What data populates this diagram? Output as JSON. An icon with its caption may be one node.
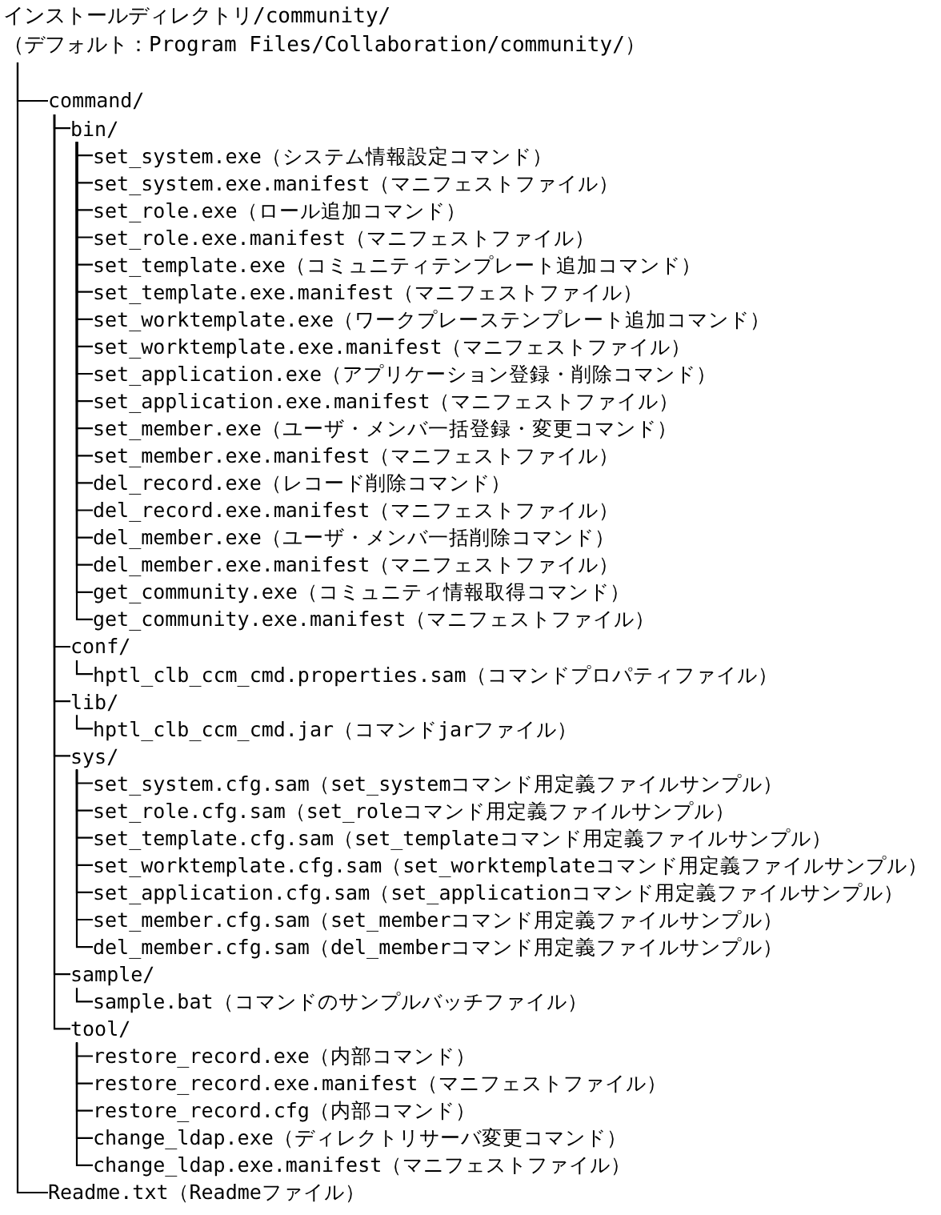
{
  "diagram": {
    "nodes": [
      {
        "text": [
          "インストールディレクトリ/community/",
          "（デフォルト：Program Files/Collaboration/community/）"
        ]
      },
      {
        "text": [
          "command/"
        ]
      },
      {
        "text": [
          "bin/"
        ]
      },
      {
        "text": [
          "set_system.exe（システム情報設定コマンド）"
        ]
      },
      {
        "text": [
          "set_system.exe.manifest（マニフェストファイル）"
        ]
      },
      {
        "text": [
          "set_role.exe（ロール追加コマンド）"
        ]
      },
      {
        "text": [
          "set_role.exe.manifest（マニフェストファイル）"
        ]
      },
      {
        "text": [
          "set_template.exe（コミュニティテンプレート追加コマンド）"
        ]
      },
      {
        "text": [
          "set_template.exe.manifest（マニフェストファイル）"
        ]
      },
      {
        "text": [
          "set_worktemplate.exe（ワークプレーステンプレート追加コマンド）"
        ]
      },
      {
        "text": [
          "set_worktemplate.exe.manifest（マニフェストファイル）"
        ]
      },
      {
        "text": [
          "set_application.exe（アプリケーション登録・削除コマンド）"
        ]
      },
      {
        "text": [
          "set_application.exe.manifest（マニフェストファイル）"
        ]
      },
      {
        "text": [
          "set_member.exe（ユーザ・メンバ一括登録・変更コマンド）"
        ]
      },
      {
        "text": [
          "set_member.exe.manifest（マニフェストファイル）"
        ]
      },
      {
        "text": [
          "del_record.exe（レコード削除コマンド）"
        ]
      },
      {
        "text": [
          "del_record.exe.manifest（マニフェストファイル）"
        ]
      },
      {
        "text": [
          "del_member.exe（ユーザ・メンバ一括削除コマンド）"
        ]
      },
      {
        "text": [
          "del_member.exe.manifest（マニフェストファイル）"
        ]
      },
      {
        "text": [
          "get_community.exe（コミュニティ情報取得コマンド）"
        ]
      },
      {
        "text": [
          "get_community.exe.manifest（マニフェストファイル）"
        ]
      },
      {
        "text": [
          "conf/"
        ]
      },
      {
        "text": [
          "hptl_clb_ccm_cmd.properties.sam（コマンドプロパティファイル）"
        ]
      },
      {
        "text": [
          "lib/"
        ]
      },
      {
        "text": [
          "hptl_clb_ccm_cmd.jar（コマンドjarファイル）"
        ]
      },
      {
        "text": [
          "sys/"
        ]
      },
      {
        "text": [
          "set_system.cfg.sam（set_systemコマンド用定義ファイルサンプル）"
        ]
      },
      {
        "text": [
          "set_role.cfg.sam（set_roleコマンド用定義ファイルサンプル）"
        ]
      },
      {
        "text": [
          "set_template.cfg.sam（set_templateコマンド用定義ファイルサンプル）"
        ]
      },
      {
        "text": [
          "set_worktemplate.cfg.sam（set_worktemplateコマンド用定義ファイルサンプル）"
        ]
      },
      {
        "text": [
          "set_application.cfg.sam（set_applicationコマンド用定義ファイルサンプル）"
        ]
      },
      {
        "text": [
          "set_member.cfg.sam（set_memberコマンド用定義ファイルサンプル）"
        ]
      },
      {
        "text": [
          "del_member.cfg.sam（del_memberコマンド用定義ファイルサンプル）"
        ]
      },
      {
        "text": [
          "sample/"
        ]
      },
      {
        "text": [
          "sample.bat（コマンドのサンプルバッチファイル）"
        ]
      },
      {
        "text": [
          "tool/"
        ]
      },
      {
        "text": [
          "restore_record.exe（内部コマンド）"
        ]
      },
      {
        "text": [
          "restore_record.exe.manifest（マニフェストファイル）"
        ]
      },
      {
        "text": [
          "restore_record.cfg（内部コマンド）"
        ]
      },
      {
        "text": [
          "change_ldap.exe（ディレクトリサーバ変更コマンド）"
        ]
      },
      {
        "text": [
          "change_ldap.exe.manifest（マニフェストファイル）"
        ]
      },
      {
        "text": [
          "Readme.txt（Readmeファイル）"
        ]
      }
    ],
    "edges": [
      {
        "from": 0,
        "to": 1,
        "arrow": "none"
      },
      {
        "from": 1,
        "to": 2,
        "arrow": "none"
      },
      {
        "from": 2,
        "to": 3,
        "arrow": "none"
      },
      {
        "from": 2,
        "to": 4,
        "arrow": "none"
      },
      {
        "from": 2,
        "to": 5,
        "arrow": "none"
      },
      {
        "from": 2,
        "to": 6,
        "arrow": "none"
      },
      {
        "from": 2,
        "to": 7,
        "arrow": "none"
      },
      {
        "from": 2,
        "to": 8,
        "arrow": "none"
      },
      {
        "from": 2,
        "to": 9,
        "arrow": "none"
      },
      {
        "from": 2,
        "to": 10,
        "arrow": "none"
      },
      {
        "from": 2,
        "to": 11,
        "arrow": "none"
      },
      {
        "from": 2,
        "to": 12,
        "arrow": "none"
      },
      {
        "from": 2,
        "to": 13,
        "arrow": "none"
      },
      {
        "from": 2,
        "to": 14,
        "arrow": "none"
      },
      {
        "from": 2,
        "to": 15,
        "arrow": "none"
      },
      {
        "from": 2,
        "to": 16,
        "arrow": "none"
      },
      {
        "from": 2,
        "to": 17,
        "arrow": "none"
      },
      {
        "from": 2,
        "to": 18,
        "arrow": "none"
      },
      {
        "from": 2,
        "to": 19,
        "arrow": "none"
      },
      {
        "from": 2,
        "to": 20,
        "arrow": "none"
      },
      {
        "from": 1,
        "to": 21,
        "arrow": "none"
      },
      {
        "from": 21,
        "to": 22,
        "arrow": "none"
      },
      {
        "from": 1,
        "to": 23,
        "arrow": "none"
      },
      {
        "from": 23,
        "to": 24,
        "arrow": "none"
      },
      {
        "from": 1,
        "to": 25,
        "arrow": "none"
      },
      {
        "from": 25,
        "to": 26,
        "arrow": "none"
      },
      {
        "from": 25,
        "to": 27,
        "arrow": "none"
      },
      {
        "from": 25,
        "to": 28,
        "arrow": "none"
      },
      {
        "from": 25,
        "to": 29,
        "arrow": "none"
      },
      {
        "from": 25,
        "to": 30,
        "arrow": "none"
      },
      {
        "from": 25,
        "to": 31,
        "arrow": "none"
      },
      {
        "from": 25,
        "to": 32,
        "arrow": "none"
      },
      {
        "from": 1,
        "to": 33,
        "arrow": "none"
      },
      {
        "from": 33,
        "to": 34,
        "arrow": "none"
      },
      {
        "from": 1,
        "to": 35,
        "arrow": "none"
      },
      {
        "from": 35,
        "to": 36,
        "arrow": "none"
      },
      {
        "from": 35,
        "to": 37,
        "arrow": "none"
      },
      {
        "from": 35,
        "to": 38,
        "arrow": "none"
      },
      {
        "from": 35,
        "to": 39,
        "arrow": "none"
      },
      {
        "from": 35,
        "to": 40,
        "arrow": "none"
      },
      {
        "from": 0,
        "to": 41,
        "arrow": "none"
      }
    ]
  }
}
